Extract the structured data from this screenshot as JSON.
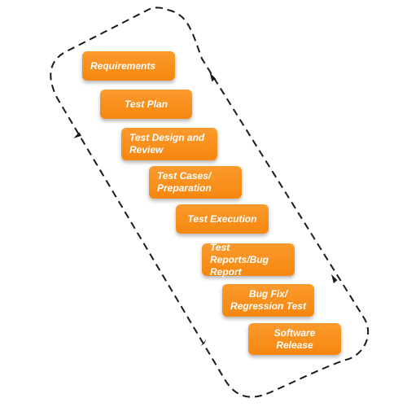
{
  "steps": [
    {
      "label": "Requirements"
    },
    {
      "label": "Test Plan"
    },
    {
      "label": "Test Design and Review"
    },
    {
      "label": "Test Cases/ Preparation"
    },
    {
      "label": "Test Execution"
    },
    {
      "label": "Test Reports/Bug Report"
    },
    {
      "label": "Bug Fix/ Regression Test"
    },
    {
      "label": "Software Release"
    }
  ],
  "colors": {
    "box_fill": "#f6870f",
    "box_text": "#ffffff",
    "loop_stroke": "#1a1a1a"
  },
  "icons": {
    "loop_arrow": "triangle-arrow-icon"
  }
}
